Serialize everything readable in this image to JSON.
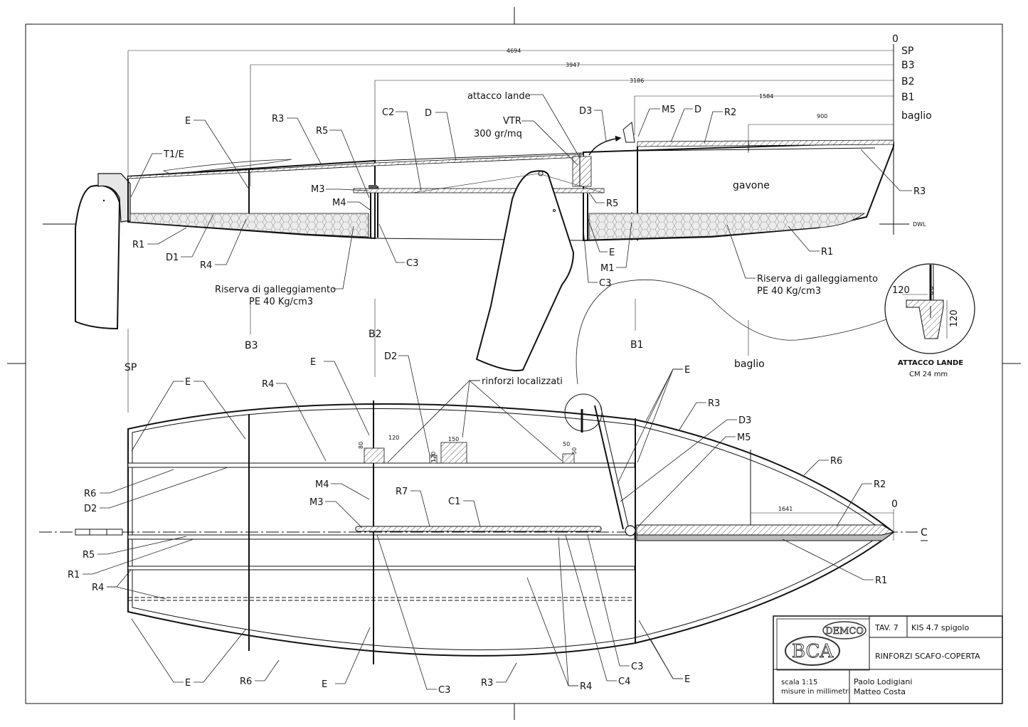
{
  "drawing": {
    "colors": {
      "ink": "#111111",
      "foam": "#e6e6e6",
      "hatch": "#888888",
      "paper": "#ffffff"
    },
    "side_view": {
      "stations": {
        "zero": "0",
        "sp": "SP",
        "b3": "B3",
        "b2": "B2",
        "b1": "B1",
        "baglio": "baglio",
        "dwl": "DWL"
      },
      "dims": {
        "d4694": "4694",
        "d3947": "3947",
        "d3186": "3186",
        "d1584": "1584",
        "d900": "900"
      },
      "labels": {
        "attacco_lande": "attacco lande",
        "vtr": "VTR",
        "vtr_weight": "300 gr/mq",
        "c2": "C2",
        "d": "D",
        "d_b": "D",
        "d3": "D3",
        "m5": "M5",
        "r2": "R2",
        "e": "E",
        "r3": "R3",
        "r5": "R5",
        "t1e": "T1/E",
        "m3": "M3",
        "m4": "M4",
        "r5_b": "R5",
        "gavone": "gavone",
        "r3_b": "R3",
        "r1": "R1",
        "d1": "D1",
        "r4": "R4",
        "c3": "C3",
        "e_b": "E",
        "m1": "M1",
        "c3_b": "C3",
        "r1_b": "R1",
        "riserva1": "Riserva di galleggiamento",
        "pe1": "PE 40 Kg/cm3",
        "riserva2": "Riserva di galleggiamento",
        "pe2": "PE 40 Kg/cm3"
      }
    },
    "detail": {
      "dim_h": "120",
      "dim_v": "120",
      "title1": "ATTACCO LANDE",
      "title2": "CM 24 mm"
    },
    "plan_view": {
      "stations": {
        "sp": "SP",
        "b3": "B3",
        "b2": "B2",
        "b1": "B1",
        "baglio": "baglio",
        "zero": "0",
        "cl": "C"
      },
      "dims": {
        "d120a": "120",
        "d80": "80",
        "d120b": "120",
        "d150": "150",
        "d50a": "50",
        "d50b": "50",
        "d1641": "1641"
      },
      "labels": {
        "e1": "E",
        "r4": "R4",
        "e2": "E",
        "d2": "D2",
        "rinforzi": "rinforzi localizzati",
        "e3": "E",
        "r3": "R3",
        "d3": "D3",
        "m5": "M5",
        "r6": "R6",
        "r2": "R2",
        "r6_b": "R6",
        "d2_b": "D2",
        "m4": "M4",
        "m3": "M3",
        "r7": "R7",
        "c1": "C1",
        "r5": "R5",
        "r1": "R1",
        "r4_b": "R4",
        "r1_b": "R1",
        "e4": "E",
        "r6_c": "R6",
        "e5": "E",
        "c3": "C3",
        "r3_b": "R3",
        "r4_c": "R4",
        "c4": "C4",
        "c3_b": "C3",
        "e6": "E"
      }
    },
    "title_block": {
      "logo_top": "DEMCO",
      "logo_main": "BCA",
      "tav": "TAV. 7",
      "project": "KIS 4.7 spigolo",
      "subject": "RINFORZI SCAFO-COPERTA",
      "scale": "scala 1:15",
      "units": "misure in millimetri",
      "author1": "Paolo Lodigiani",
      "author2": "Matteo Costa"
    }
  }
}
